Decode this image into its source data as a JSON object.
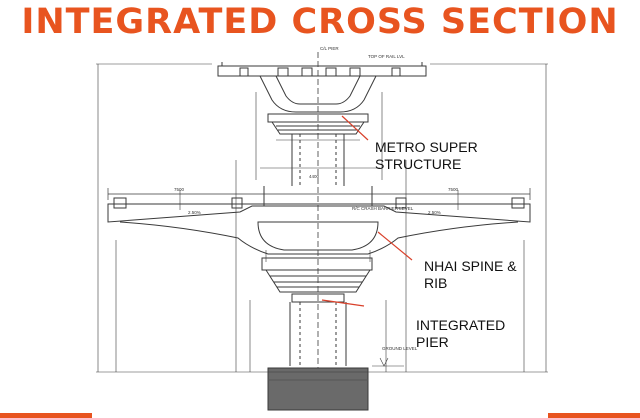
{
  "title": "INTEGRATED CROSS SECTION",
  "colors": {
    "accent": "#e8541f",
    "drawing": "#3a3a3a",
    "leader": "#d9402a"
  },
  "callouts": {
    "metro": {
      "line1": "METRO SUPER",
      "line2": "STRUCTURE"
    },
    "nhai": {
      "line1": "NHAI SPINE &",
      "line2": "RIB"
    },
    "pier": {
      "line1": "INTEGRATED",
      "line2": "PIER"
    }
  },
  "small_labels": {
    "top_slab_note": "TOP OF RAIL LVL",
    "crash_barrier": "R/C CRASH BARRIER LEVEL",
    "cl_pier": "C/L PIER",
    "ground_level": "GROUND LEVEL",
    "slope_left": "2.50%",
    "slope_right": "2.50%",
    "width_left": "7500",
    "width_right": "7500",
    "dim_mid": "4400"
  }
}
